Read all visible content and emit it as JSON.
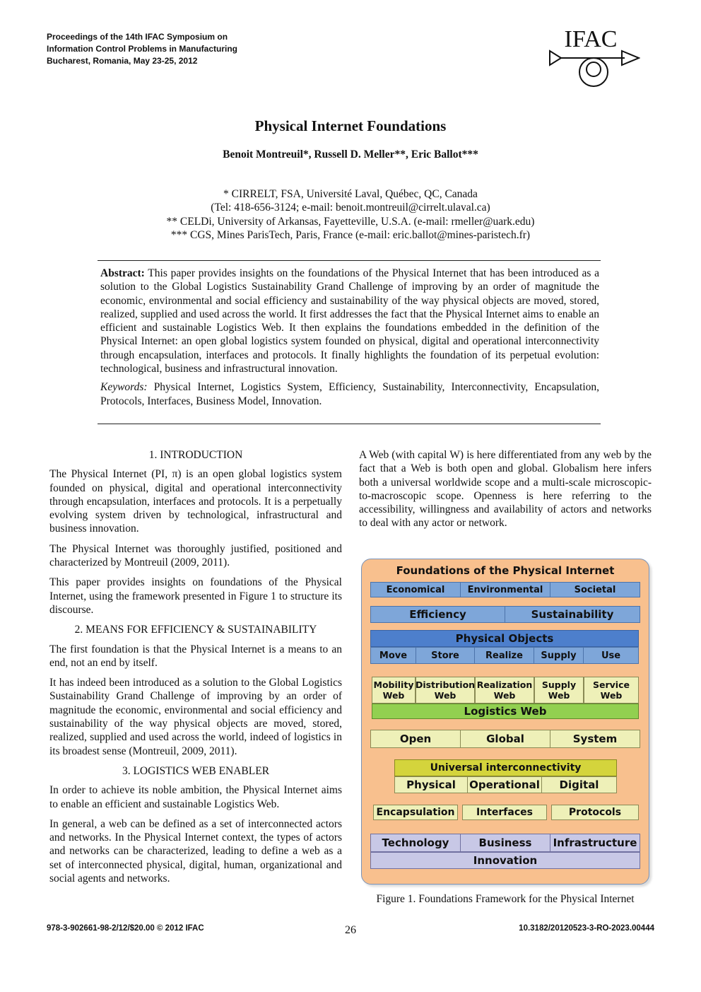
{
  "header": {
    "line1": "Proceedings of the 14th IFAC Symposium on",
    "line2": "Information Control Problems in Manufacturing",
    "line3": "Bucharest, Romania, May 23-25, 2012",
    "logo_text": "IFAC"
  },
  "title": "Physical Internet Foundations",
  "authors": "Benoit Montreuil*, Russell D. Meller**, Eric Ballot***",
  "affiliations": [
    "* CIRRELT, FSA, Université Laval, Québec, QC, Canada",
    "(Tel: 418-656-3124; e-mail: benoit.montreuil@cirrelt.ulaval.ca)",
    "** CELDi, University of Arkansas, Fayetteville, U.S.A. (e-mail: rmeller@uark.edu)",
    "*** CGS, Mines ParisTech, Paris, France (e-mail: eric.ballot@mines-paristech.fr)"
  ],
  "abstract": {
    "label": "Abstract:",
    "text": " This paper provides insights on the foundations of the Physical Internet that has been introduced as a solution to the Global Logistics Sustainability Grand Challenge of improving by an order of magnitude the economic, environmental and social efficiency and sustainability of the way physical objects are moved, stored, realized, supplied and used across the world. It first addresses the fact that the Physical Internet aims to enable an efficient and sustainable Logistics Web. It then explains the foundations embedded in the definition of the Physical Internet: an open global logistics system founded on physical, digital and operational interconnectivity through encapsulation, interfaces and protocols. It finally highlights the foundation of its perpetual evolution: technological, business and infrastructural innovation.",
    "keywords_label": "Keywords:",
    "keywords_text": " Physical Internet, Logistics System, Efficiency, Sustainability, Interconnectivity, Encapsulation, Protocols, Interfaces, Business Model, Innovation."
  },
  "left_column": {
    "h1": "1. INTRODUCTION",
    "p1": "The Physical Internet (PI, π) is an open global logistics system founded on physical, digital and operational interconnectivity through encapsulation, interfaces and protocols. It is a perpetually evolving system driven by technological, infrastructural and business innovation.",
    "p2": "The Physical Internet was thoroughly justified, positioned and characterized by Montreuil (2009, 2011).",
    "p3": "This paper provides insights on foundations of the Physical Internet, using the framework presented in Figure 1 to structure its discourse.",
    "h2": "2. MEANS FOR EFFICIENCY & SUSTAINABILITY",
    "p4": "The first foundation is that the Physical Internet is a means to an end, not an end by itself.",
    "p5": "It has indeed been introduced as a solution to the Global Logistics Sustainability Grand Challenge of improving by an order of magnitude the economic, environmental and social efficiency and sustainability of the way physical objects are moved, stored, realized, supplied and used across the world, indeed of logistics in its broadest sense (Montreuil, 2009, 2011).",
    "h3": "3. LOGISTICS WEB ENABLER",
    "p6": "In order to achieve its noble ambition, the Physical Internet aims to enable an efficient and sustainable Logistics Web.",
    "p7": "In general, a web can be defined as a set of interconnected actors and networks. In the Physical Internet context, the types of actors and networks can be characterized, leading to define a web as a set of interconnected physical, digital, human, organizational and social agents and networks."
  },
  "right_column": {
    "p1": "A Web (with capital W) is here differentiated from any web by the fact that a Web is both open and global. Globalism here infers both a universal worldwide scope and a multi-scale microscopic-to-macroscopic scope. Openness is here referring to the accessibility, willingness and availability of actors and networks to deal with any actor or network."
  },
  "figure": {
    "title": "Foundations of the Physical Internet",
    "row_ees": [
      "Economical",
      "Environmental",
      "Societal"
    ],
    "row_eff": [
      "Efficiency",
      "Sustainability"
    ],
    "physical_objects": "Physical Objects",
    "row_actions": [
      "Move",
      "Store",
      "Realize",
      "Supply",
      "Use"
    ],
    "row_webs": [
      [
        "Mobility",
        "Web"
      ],
      [
        "Distribution",
        "Web"
      ],
      [
        "Realization",
        "Web"
      ],
      [
        "Supply",
        "Web"
      ],
      [
        "Service",
        "Web"
      ]
    ],
    "logistics_web": "Logistics Web",
    "row_ogs": [
      "Open",
      "Global",
      "System"
    ],
    "universal": "Universal interconnectivity",
    "row_pod": [
      "Physical",
      "Operational",
      "Digital"
    ],
    "row_eip": [
      "Encapsulation",
      "Interfaces",
      "Protocols"
    ],
    "row_tbi": [
      "Technology",
      "Business",
      "Infrastructure"
    ],
    "innovation": "Innovation",
    "caption": "Figure 1. Foundations Framework for the Physical Internet",
    "colors": {
      "background": "#f8c08e",
      "blue": "#7ea6d9",
      "dark_blue": "#4d7fcc",
      "yellow": "#eef0b8",
      "green": "#92d050",
      "olive": "#d4d43c",
      "lavender": "#c8c8e6"
    }
  },
  "footer": {
    "left": "978-3-902661-98-2/12/$20.00 © 2012 IFAC",
    "page": "26",
    "right": "10.3182/20120523-3-RO-2023.00444"
  }
}
